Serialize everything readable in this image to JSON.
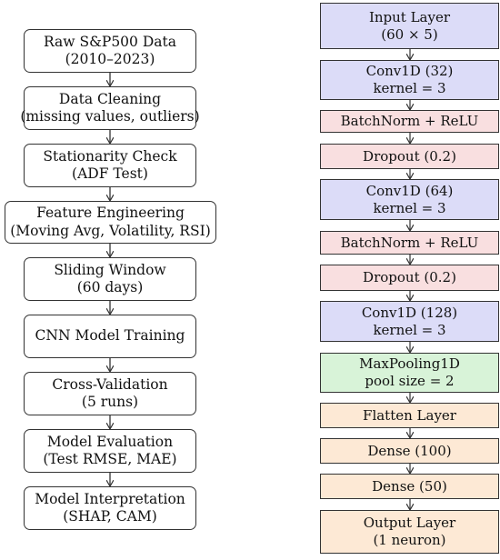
{
  "left_flow": [
    {
      "lines": [
        "Raw S&P500 Data",
        "(2010–2023)"
      ]
    },
    {
      "lines": [
        "Data Cleaning",
        "(missing values, outliers)"
      ]
    },
    {
      "lines": [
        "Stationarity Check",
        "(ADF Test)"
      ]
    },
    {
      "lines": [
        "Feature Engineering",
        "(Moving Avg, Volatility, RSI)"
      ]
    },
    {
      "lines": [
        "Sliding Window",
        "(60 days)"
      ]
    },
    {
      "lines": [
        "CNN Model Training"
      ]
    },
    {
      "lines": [
        "Cross-Validation",
        "(5 runs)"
      ]
    },
    {
      "lines": [
        "Model Evaluation",
        "(Test RMSE, MAE)"
      ]
    },
    {
      "lines": [
        "Model Interpretation",
        "(SHAP, CAM)"
      ]
    }
  ],
  "right_flow": [
    {
      "lines": [
        "Input Layer",
        "(60 × 5)"
      ],
      "color": "#dcdcf8"
    },
    {
      "lines": [
        "Conv1D (32)",
        "kernel = 3"
      ],
      "color": "#dcdcf8"
    },
    {
      "lines": [
        "BatchNorm + ReLU"
      ],
      "color": "#f9dfe0"
    },
    {
      "lines": [
        "Dropout (0.2)"
      ],
      "color": "#f9dfe0"
    },
    {
      "lines": [
        "Conv1D (64)",
        "kernel = 3"
      ],
      "color": "#dcdcf8"
    },
    {
      "lines": [
        "BatchNorm + ReLU"
      ],
      "color": "#f9dfe0"
    },
    {
      "lines": [
        "Dropout (0.2)"
      ],
      "color": "#f9dfe0"
    },
    {
      "lines": [
        "Conv1D (128)",
        "kernel = 3"
      ],
      "color": "#dcdcf8"
    },
    {
      "lines": [
        "MaxPooling1D",
        "pool size = 2"
      ],
      "color": "#d8f3d8"
    },
    {
      "lines": [
        "Flatten Layer"
      ],
      "color": "#fde9d5"
    },
    {
      "lines": [
        "Dense (100)"
      ],
      "color": "#fde9d5"
    },
    {
      "lines": [
        "Dense (50)"
      ],
      "color": "#fde9d5"
    },
    {
      "lines": [
        "Output Layer",
        "(1 neuron)"
      ],
      "color": "#fde9d5"
    }
  ]
}
